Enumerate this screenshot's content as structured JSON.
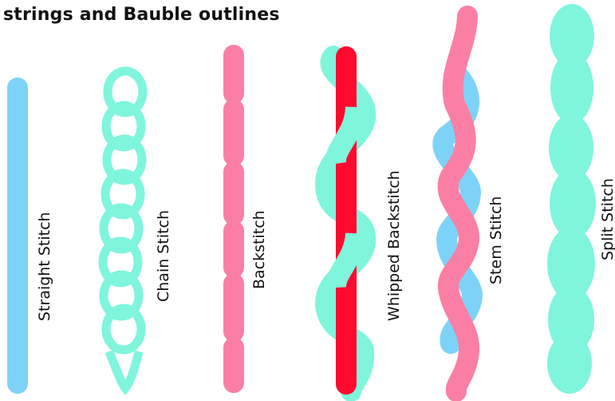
{
  "title": "strings and Bauble outlines",
  "colors": {
    "blue": "#7dd3f7",
    "aqua": "#7ff5dc",
    "pink": "#fb7fa5",
    "red": "#ff0a2f"
  },
  "stitches": [
    {
      "label": "Straight Stitch"
    },
    {
      "label": "Chain Stitch"
    },
    {
      "label": "Backstitch"
    },
    {
      "label": "Whipped Backstitch"
    },
    {
      "label": "Stem Stitch"
    },
    {
      "label": "Split Stitch"
    }
  ]
}
